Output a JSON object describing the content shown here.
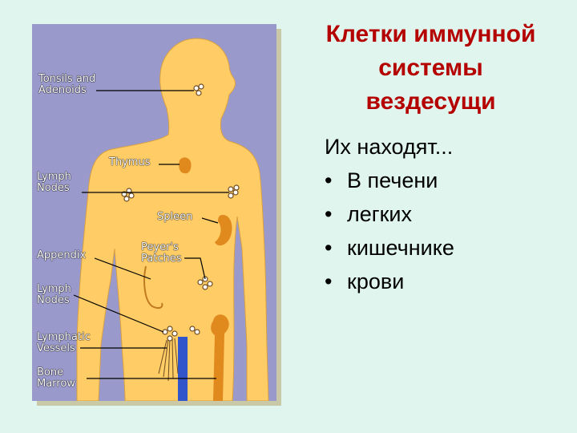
{
  "title_lines": [
    "Клетки иммунной",
    "системы",
    "вездесущи"
  ],
  "intro": "Их находят...",
  "bullets": [
    "В печени",
    "легких",
    "кишечнике",
    "крови"
  ],
  "bullet_glyph": "•",
  "labels": {
    "tonsils": "Tonsils and\nAdenoids",
    "thymus": "Thymus",
    "lymph_nodes_upper": "Lymph\nNodes",
    "spleen": "Spleen",
    "peyers": "Peyer's\nPatches",
    "appendix": "Appendix",
    "lymph_nodes_lower": "Lymph\nNodes",
    "lymphatic_vessels": "Lymphatic\nVessels",
    "bone_marrow": "Bone\nMarrow"
  },
  "colors": {
    "background": "#dff5ee",
    "panel": "#9999cc",
    "body": "#ffcc66",
    "organ": "#e08a1e",
    "title": "#b50000",
    "vessel": "#3355cc"
  }
}
